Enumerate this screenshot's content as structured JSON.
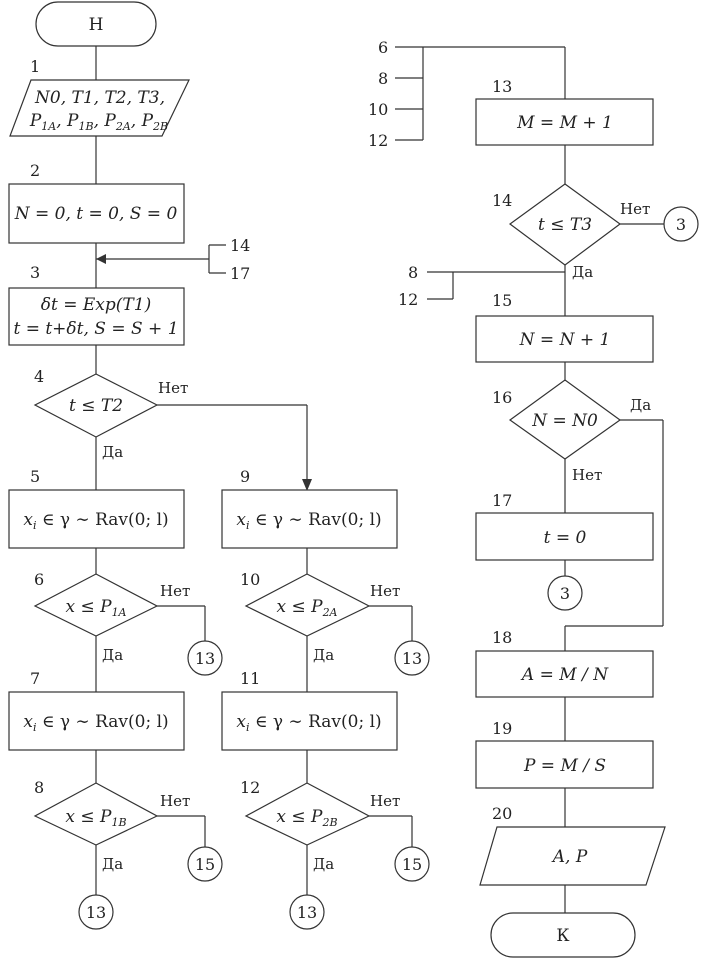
{
  "terminals": {
    "start": "Н",
    "end": "К"
  },
  "blocks": {
    "b1": {
      "num": "1",
      "line1": "N0, T1, T2, T3,",
      "line2": [
        "P",
        "1A",
        ", P",
        "1B",
        ", P",
        "2A",
        ", P",
        "2B"
      ]
    },
    "b2": {
      "num": "2",
      "text": "N = 0, t = 0, S = 0"
    },
    "b3": {
      "num": "3",
      "line1": "δt = Exp(T1)",
      "line2": "t = t+δt, S = S + 1"
    },
    "b4": {
      "num": "4",
      "text": "t ≤ T2"
    },
    "b5": {
      "num": "5",
      "text": "xi ∈ γ ∼ Rav(0; l)"
    },
    "b6": {
      "num": "6",
      "cond": "x ≤ P",
      "sub": "1A"
    },
    "b7": {
      "num": "7",
      "text": "xi ∈ γ ∼ Rav(0; l)"
    },
    "b8": {
      "num": "8",
      "cond": "x ≤ P",
      "sub": "1B"
    },
    "b9": {
      "num": "9",
      "text": "xi ∈ γ ∼ Rav(0; l)"
    },
    "b10": {
      "num": "10",
      "cond": "x ≤ P",
      "sub": "2A"
    },
    "b11": {
      "num": "11",
      "text": "xi ∈ γ ∼ Rav(0; l)"
    },
    "b12": {
      "num": "12",
      "cond": "x ≤ P",
      "sub": "2B"
    },
    "b13": {
      "num": "13",
      "text": "M = M + 1"
    },
    "b14": {
      "num": "14",
      "text": "t ≤ T3"
    },
    "b15": {
      "num": "15",
      "text": "N = N + 1"
    },
    "b16": {
      "num": "16",
      "text": "N = N0"
    },
    "b17": {
      "num": "17",
      "text": "t = 0"
    },
    "b18": {
      "num": "18",
      "text": "A = M / N"
    },
    "b19": {
      "num": "19",
      "text": "P = M / S"
    },
    "b20": {
      "num": "20",
      "text": "A, P"
    }
  },
  "labels": {
    "yes": "Да",
    "no": "Нет"
  },
  "connectors": {
    "c6": "13",
    "c8": "15",
    "c10": "13",
    "c12": "15",
    "c_b8": "13",
    "c_b12": "13",
    "c14": "3",
    "c17": "3"
  },
  "incoming": {
    "to3": [
      "14",
      "17"
    ],
    "to13": [
      "6",
      "8",
      "10",
      "12"
    ],
    "to15": [
      "8",
      "12"
    ]
  },
  "xi": {
    "x": "x",
    "i": "i",
    "rest": " ∈ γ ∼ Rav(0; l)"
  }
}
